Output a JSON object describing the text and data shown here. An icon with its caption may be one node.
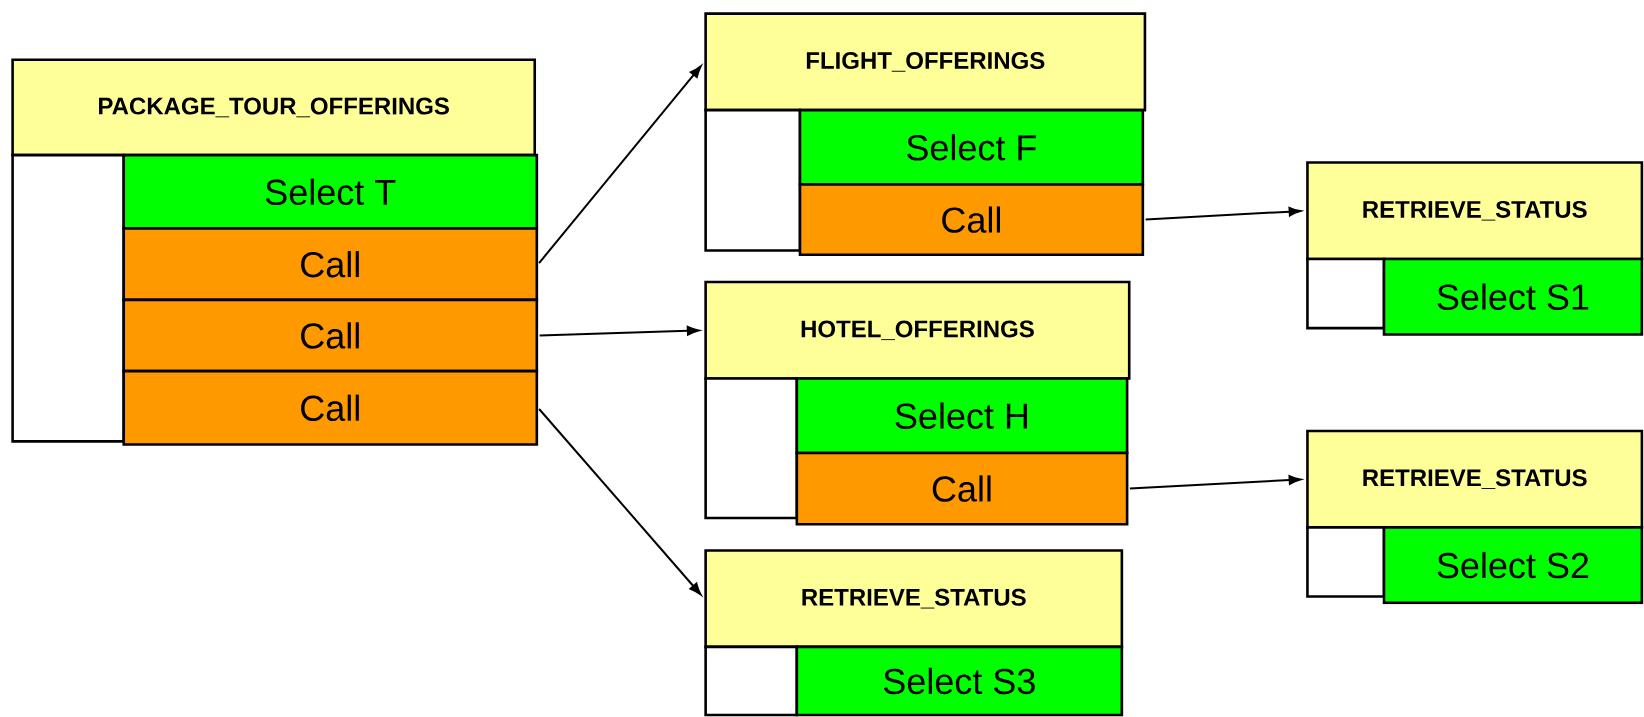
{
  "diagram": {
    "nodes": [
      {
        "text": [
          "PACKAGE_TOUR_OFFERINGS"
        ]
      },
      {
        "text": [],
        "shape": "box"
      },
      {
        "text": [
          "Select T"
        ]
      },
      {
        "text": [
          "Call"
        ]
      },
      {
        "text": [
          "Call"
        ]
      },
      {
        "text": [
          "Call"
        ]
      },
      {
        "text": [
          "FLIGHT_OFFERINGS"
        ]
      },
      {
        "text": [],
        "shape": "box"
      },
      {
        "text": [
          "Select F"
        ]
      },
      {
        "text": [
          "Call"
        ]
      },
      {
        "text": [
          "HOTEL_OFFERINGS"
        ]
      },
      {
        "text": [],
        "shape": "box"
      },
      {
        "text": [
          "Select H"
        ]
      },
      {
        "text": [
          "Call"
        ]
      },
      {
        "text": [
          "RETRIEVE_STATUS"
        ]
      },
      {
        "text": [],
        "shape": "box"
      },
      {
        "text": [
          "Select S3"
        ]
      },
      {
        "text": [
          "RETRIEVE_STATUS"
        ]
      },
      {
        "text": [],
        "shape": "box"
      },
      {
        "text": [
          "Select S1"
        ]
      },
      {
        "text": [
          "RETRIEVE_STATUS"
        ]
      },
      {
        "text": [],
        "shape": "box"
      },
      {
        "text": [
          "Select S2"
        ]
      }
    ],
    "edges": [
      {
        "from": 3,
        "to": 6,
        "arrow": "to"
      },
      {
        "from": 4,
        "to": 10,
        "arrow": "to"
      },
      {
        "from": 5,
        "to": 14,
        "arrow": "to"
      },
      {
        "from": 9,
        "to": 17,
        "arrow": "to"
      },
      {
        "from": 13,
        "to": 20,
        "arrow": "to"
      }
    ]
  }
}
